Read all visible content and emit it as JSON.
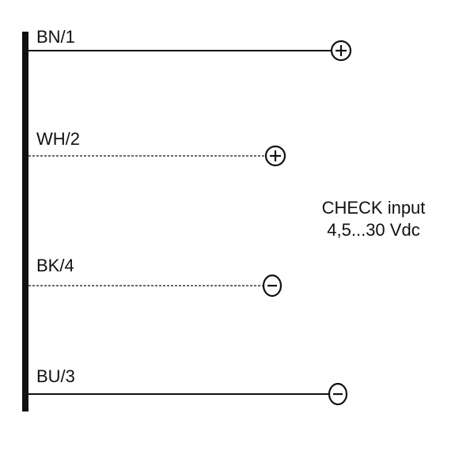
{
  "wires": [
    {
      "label": "BN/1",
      "terminal": "+",
      "style": "solid"
    },
    {
      "label": "WH/2",
      "terminal": "+",
      "style": "dashed"
    },
    {
      "label": "BK/4",
      "terminal": "−",
      "style": "dashed"
    },
    {
      "label": "BU/3",
      "terminal": "−",
      "style": "solid"
    }
  ],
  "note": {
    "line1": "CHECK input",
    "line2": "4,5...30 Vdc"
  },
  "colors": {
    "ink": "#111111",
    "background": "#ffffff"
  }
}
